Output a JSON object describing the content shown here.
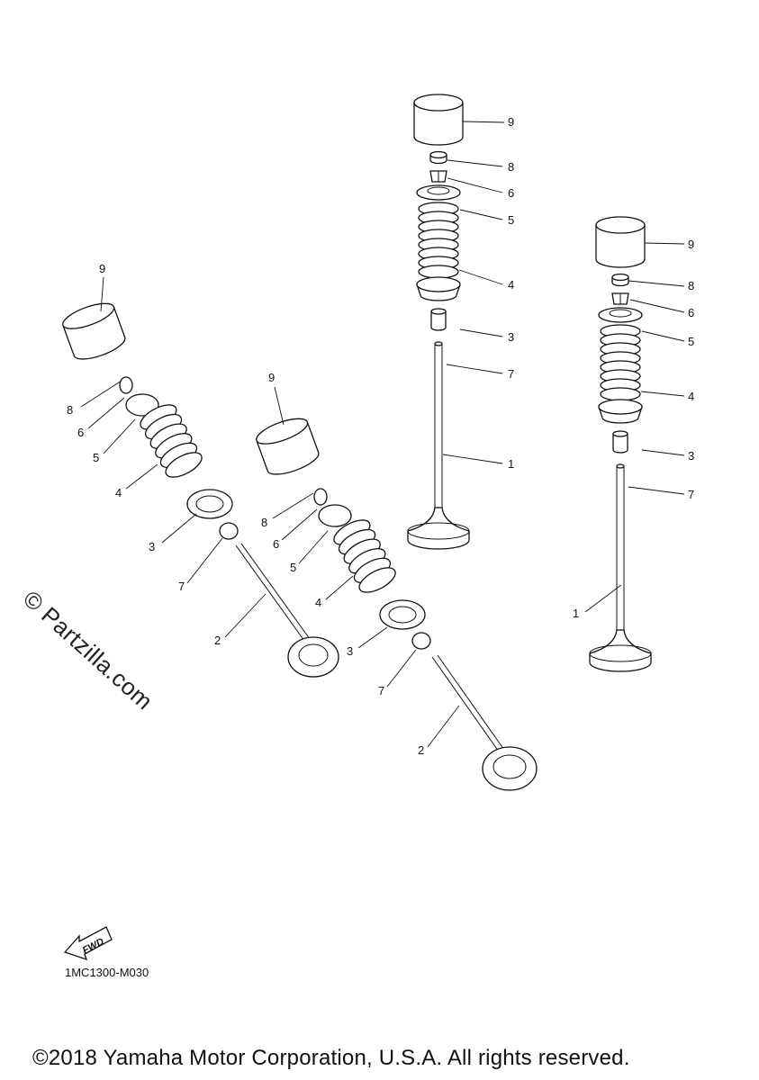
{
  "diagram_code": "1MC1300-M030",
  "copyright": "©2018 Yamaha Motor Corporation, U.S.A. All rights reserved.",
  "watermark": "© Partzilla.com",
  "fwd_label": "FWD",
  "callouts": {
    "valve_1": "1",
    "valve_2": "2",
    "seal": "3",
    "spring": "4",
    "retainer": "5",
    "cotter": "6",
    "stem_seal": "7",
    "pad": "8",
    "lifter": "9"
  }
}
